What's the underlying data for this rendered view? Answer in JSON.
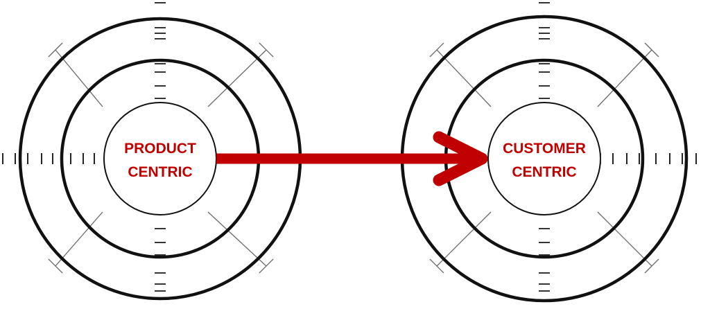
{
  "left_target": {
    "label_line1": "PRODUCT",
    "label_line2": "CENTRIC"
  },
  "right_target": {
    "label_line1": "CUSTOMER",
    "label_line2": "CENTRIC"
  },
  "colors": {
    "label": "#c00000",
    "arrow": "#c00000",
    "rings": "#111111",
    "spokes": "#6a6a6a",
    "background": "#ffffff"
  },
  "arrow": {
    "from": "left_target",
    "to": "right_target"
  }
}
